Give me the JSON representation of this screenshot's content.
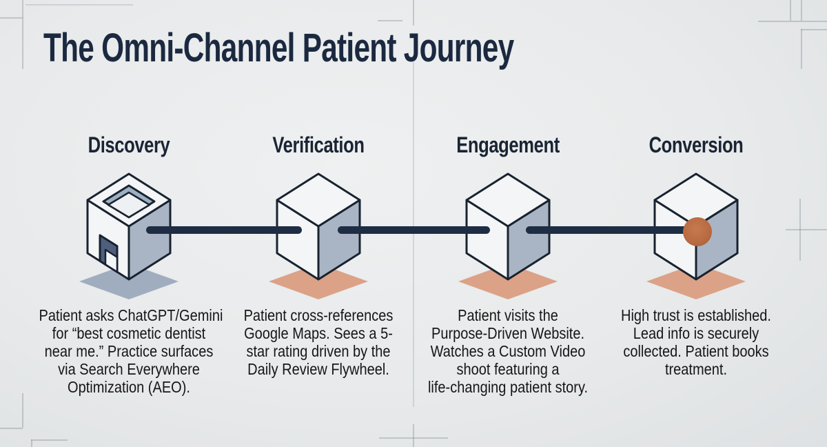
{
  "title": "The Omni-Channel Patient Journey",
  "stages": [
    {
      "label": "Discovery",
      "icon": "open-box-isometric-icon",
      "lines": [
        "Patient asks ChatGPT/Gemini",
        "for “best cosmetic dentist",
        "near me.” Practice surfaces",
        "via Search Everywhere",
        "Optimization (AEO)."
      ]
    },
    {
      "label": "Verification",
      "icon": "cube-isometric-icon",
      "lines": [
        "Patient cross-references",
        "Google Maps. Sees a 5-",
        "star rating driven by the",
        "Daily Review Flywheel."
      ]
    },
    {
      "label": "Engagement",
      "icon": "cube-isometric-icon",
      "lines": [
        "Patient visits the",
        "Purpose-Driven Website.",
        "Watches a Custom Video",
        "shoot featuring a",
        "life-changing patient story."
      ]
    },
    {
      "label": "Conversion",
      "icon": "cube-with-orange-node-icon",
      "lines": [
        "High trust is established.",
        "Lead info is securely",
        "collected. Patient books",
        "treatment."
      ]
    }
  ],
  "colors": {
    "background": "#e9ebec",
    "title_navy": "#1b2940",
    "body_text": "#161616",
    "connector_navy": "#1e2c44",
    "cube_outline": "#18222f",
    "cube_light_face": "#f3f5f7",
    "cube_shaded_face": "#a9b5c4",
    "shadow_peach": "#dba287",
    "shadow_blue_gray": "#9fadbf",
    "node_orange": "#b96b41",
    "blueprint_line": "#c3c9cc"
  }
}
